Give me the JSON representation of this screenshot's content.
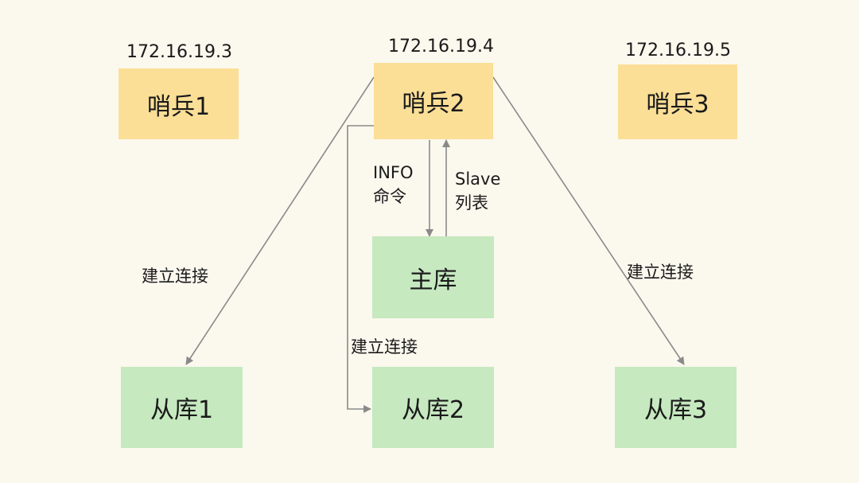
{
  "sentinels": [
    {
      "ip": "172.16.19.3",
      "label": "哨兵1"
    },
    {
      "ip": "172.16.19.4",
      "label": "哨兵2"
    },
    {
      "ip": "172.16.19.5",
      "label": "哨兵3"
    }
  ],
  "master": {
    "label": "主库"
  },
  "replicas": [
    {
      "label": "从库1"
    },
    {
      "label": "从库2"
    },
    {
      "label": "从库3"
    }
  ],
  "edges": {
    "info_command": {
      "line1": "INFO",
      "line2": "命令"
    },
    "slave_list": {
      "line1": "Slave",
      "line2": "列表"
    },
    "connect_left": "建立连接",
    "connect_middle": "建立连接",
    "connect_right": "建立连接"
  },
  "colors": {
    "background": "#fbf8ee",
    "sentinel_fill": "#fbdf97",
    "database_fill": "#c6e9c0",
    "connector": "#8a8a8a"
  }
}
